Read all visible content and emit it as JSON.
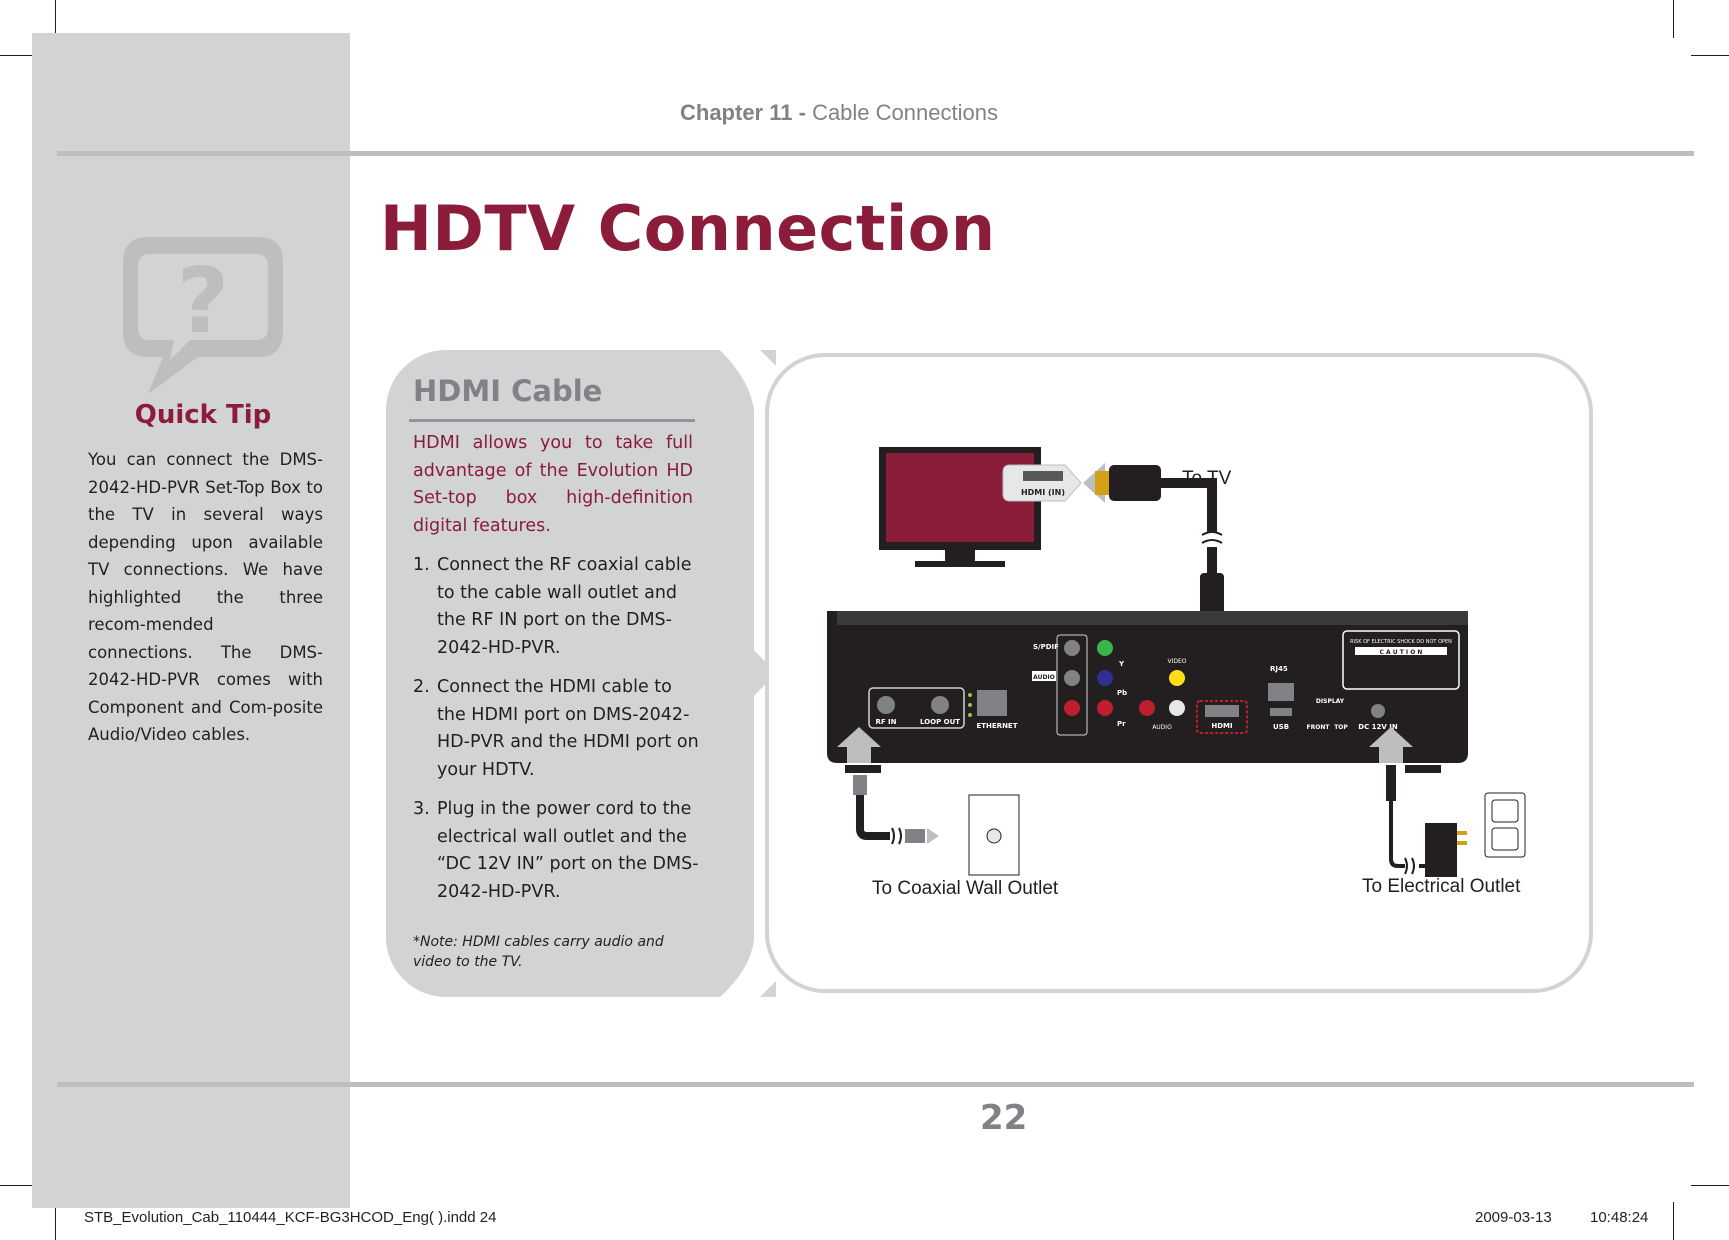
{
  "header": {
    "chapter_label": "Chapter 11 -",
    "chapter_title": "Cable Connections"
  },
  "page_title": "HDTV Connection",
  "quick_tip": {
    "title": "Quick Tip",
    "text": "You can connect the DMS-2042-HD-PVR Set-Top Box to the TV in several ways depending upon available TV connections. We have highlighted the three recom-mended connections. The DMS-2042-HD-PVR comes with Component and Com-posite Audio/Video cables."
  },
  "panel": {
    "title": "HDMI Cable",
    "intro": "HDMI allows you to take full advantage of the Evolution HD Set-top box high-definition digital features.",
    "steps": [
      {
        "num": "1.",
        "text": "Connect the RF coaxial cable to the cable wall outlet and the RF IN port on the DMS-2042-HD-PVR."
      },
      {
        "num": "2.",
        "text": "Connect the HDMI cable to the HDMI port on DMS-2042-HD-PVR and the HDMI port on your HDTV."
      },
      {
        "num": "3.",
        "text": "Plug in the power cord to the electrical wall outlet and the “DC 12V IN” port on the DMS-2042-HD-PVR."
      }
    ],
    "note": "*Note: HDMI cables carry audio and video to the TV."
  },
  "diagram": {
    "label_tv": "To TV",
    "label_coax": "To Coaxial Wall Outlet",
    "label_power": "To Electrical Outlet",
    "tv_port_label": "HDMI (IN)",
    "ports": {
      "spdif": "S/PDIF",
      "audio": "AUDIO",
      "video": "VIDEO",
      "rj45": "RJ45",
      "display": "DISPLAY",
      "rfin": "RF IN",
      "loopout": "LOOP OUT",
      "ethernet": "ETHERNET",
      "hdmi": "HDMI",
      "usb": "USB",
      "front": "FRONT",
      "top": "TOP",
      "dcin": "DC 12V IN",
      "y": "Y",
      "pb": "Pb",
      "pr": "Pr",
      "audio_lr": "AUDIO",
      "caution": "C A U T I O N",
      "caution_sub": "RISK OF ELECTRIC SHOCK DO NOT OPEN"
    }
  },
  "page_number": "22",
  "slug": {
    "file": "STB_Evolution_Cab_110444_KCF-BG3HCOD_Eng(   ).indd   24",
    "date": "2009-03-13",
    "time": "10:48:24"
  },
  "colors": {
    "accent": "#8b1c3a",
    "sidebar": "#d1d3d4",
    "gray_text": "#808285"
  }
}
